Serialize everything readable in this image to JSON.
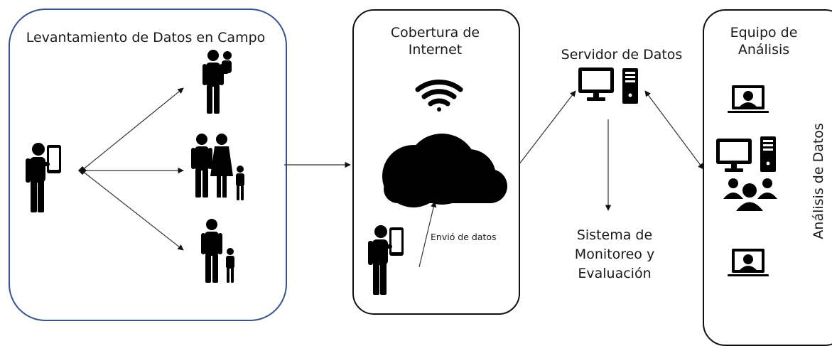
{
  "panels": {
    "field": {
      "title": "Levantamiento de Datos en Campo"
    },
    "internet": {
      "title_line1": "Cobertura de",
      "title_line2": "Internet",
      "send_label": "Envió de datos"
    },
    "team": {
      "title_line1": "Equipo de",
      "title_line2": "Análisis",
      "vertical_label": "Análisis de Datos"
    }
  },
  "server": {
    "title": "Servidor de Datos"
  },
  "monitoring": {
    "line1": "Sistema de",
    "line2": "Monitoreo y",
    "line3": "Evaluación"
  },
  "colors": {
    "panel_border_blue": "#2f5597",
    "panel_border_dark": "#111111",
    "icon": "#000000",
    "arrow": "#333333"
  },
  "icons": [
    "person-phone-icon",
    "parent-child-carry-icon",
    "family-icon",
    "parent-child-walk-icon",
    "wifi-icon",
    "cloud-icon",
    "desktop-computer-icon",
    "cpu-tower-icon",
    "video-call-icon",
    "group-icon"
  ]
}
